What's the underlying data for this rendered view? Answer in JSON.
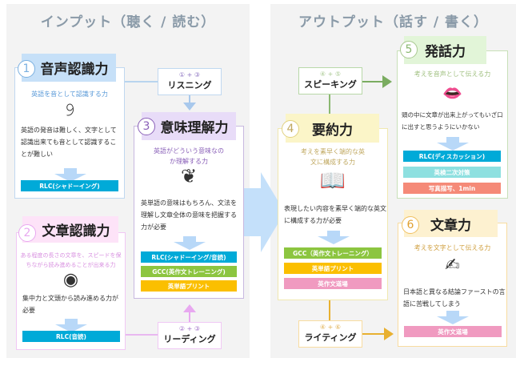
{
  "input": {
    "title": "インプット（聴く / 読む）"
  },
  "output": {
    "title": "アウトプット（話す / 書く）"
  },
  "box1": {
    "num": "1",
    "title": "音声認識力",
    "subtitle": "英語を音として認識する力",
    "icon": "ear-icon",
    "desc": "英語の発音は難しく、文字として認識出来ても音として認識することが難しい",
    "bars": [
      "RLC(シャドーイング)"
    ]
  },
  "box2": {
    "num": "2",
    "title": "文章認識力",
    "subtitle": "ある程度の長さの文章を、スピードを保ちながら読み進めることが出来る力",
    "icon": "eye-icon",
    "desc": "集中力と文頭から読み進める力が必要",
    "bars": [
      "RLC(音読)"
    ]
  },
  "box3": {
    "num": "3",
    "title": "意味理解力",
    "subtitle": "英語がどういう意味なのか理解する力",
    "icon": "brain-icon",
    "desc": "英単語の意味はもちろん、文法を理解し文章全体の意味を把握する力が必要",
    "bars": [
      "RLC(シャドーイング/音読)",
      "GCC(英作文トレーニング)",
      "英単語プリント"
    ]
  },
  "box4": {
    "num": "4",
    "title": "要約力",
    "subtitle": "考えを素早く端的な英文に構成する力",
    "icon": "book-pen-icon",
    "desc": "表現したい内容を素早く端的な英文に構成する力が必要",
    "bars": [
      "GCC（英作文トレーニング）",
      "英単語プリント",
      "英作文道場"
    ]
  },
  "box5": {
    "num": "5",
    "title": "発話力",
    "subtitle": "考えを音声として伝える力",
    "icon": "lips-icon",
    "desc": "頭の中に文章が出来上がってもいざ口に出すと思うようにいかない",
    "bars": [
      "RLC(ディスカッション)",
      "英検二次対策",
      "写真描写、1min"
    ]
  },
  "box6": {
    "num": "6",
    "title": "文章力",
    "subtitle": "考えを文字として伝える力",
    "icon": "hand-writing-icon",
    "desc": "日本語と異なる結論ファーストの言語に苦戦してしまう",
    "bars": [
      "英作文道場"
    ]
  },
  "listening": {
    "combo": "① + ③",
    "label": "リスニング"
  },
  "reading": {
    "combo": "② + ③",
    "label": "リーディング"
  },
  "speaking": {
    "combo": "④ + ⑤",
    "label": "スピーキング"
  },
  "writing": {
    "combo": "④ + ⑥",
    "label": "ライティング"
  },
  "colors": {
    "rlc": "#00aad8",
    "gcc": "#8cc540",
    "print": "#fbbf00",
    "dojo": "#f09ac0",
    "eiken": "#8ee0e0",
    "photo": "#f58a78"
  }
}
